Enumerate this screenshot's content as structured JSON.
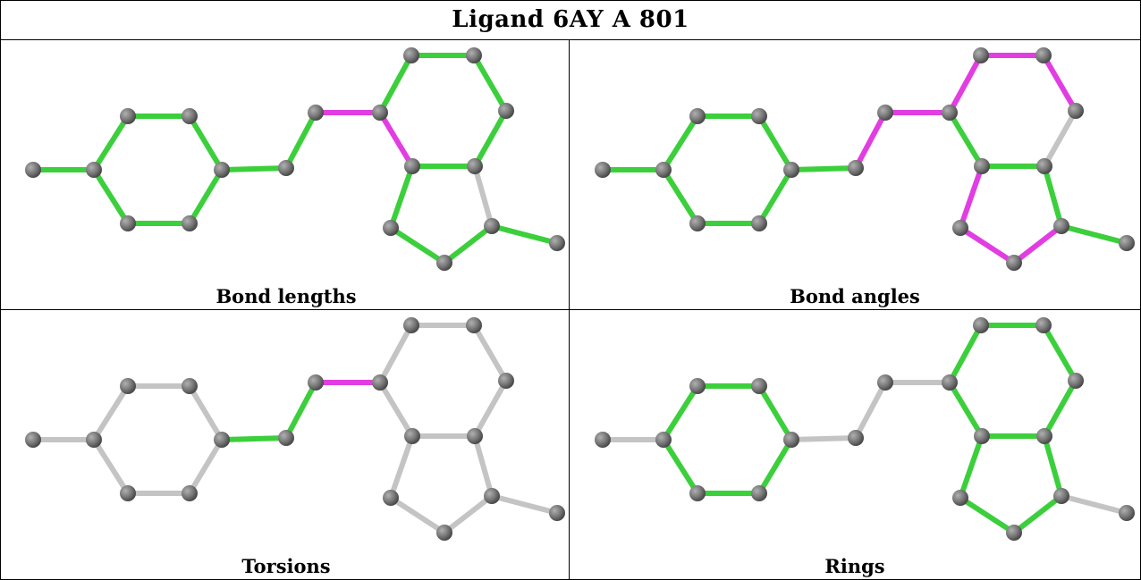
{
  "title": "Ligand 6AY A 801",
  "colors": {
    "ok": "#3ccf3c",
    "outlier": "#e23de2",
    "neutral": "#c4c4c4",
    "atom": "#777777",
    "atom_dark": "#4a4a4a",
    "atom_light": "#b0b0b0",
    "grid": "#000000"
  },
  "panels": [
    {
      "id": "bond-lengths",
      "caption": "Bond lengths",
      "bonds": {
        "magenta": [
          "C6-C7",
          "C9-C10"
        ],
        "gray": [
          "C11-C14"
        ],
        "green": "rest"
      }
    },
    {
      "id": "bond-angles",
      "caption": "Bond angles",
      "bonds": {
        "magenta": [
          "C5-C6",
          "C6-C7",
          "C7-C8",
          "C8-C9",
          "C12-C13",
          "C13-C14"
        ],
        "gray": [
          "C10-C11"
        ],
        "green": "rest"
      }
    },
    {
      "id": "torsions",
      "caption": "Torsions",
      "bonds": {
        "magenta": [
          "C6-C7"
        ],
        "green": [
          "C3-C5",
          "C5-C6"
        ],
        "gray": "rest"
      }
    },
    {
      "id": "rings",
      "caption": "Rings",
      "bonds": {
        "green": "ring bonds",
        "gray": "non-ring bonds"
      }
    }
  ]
}
